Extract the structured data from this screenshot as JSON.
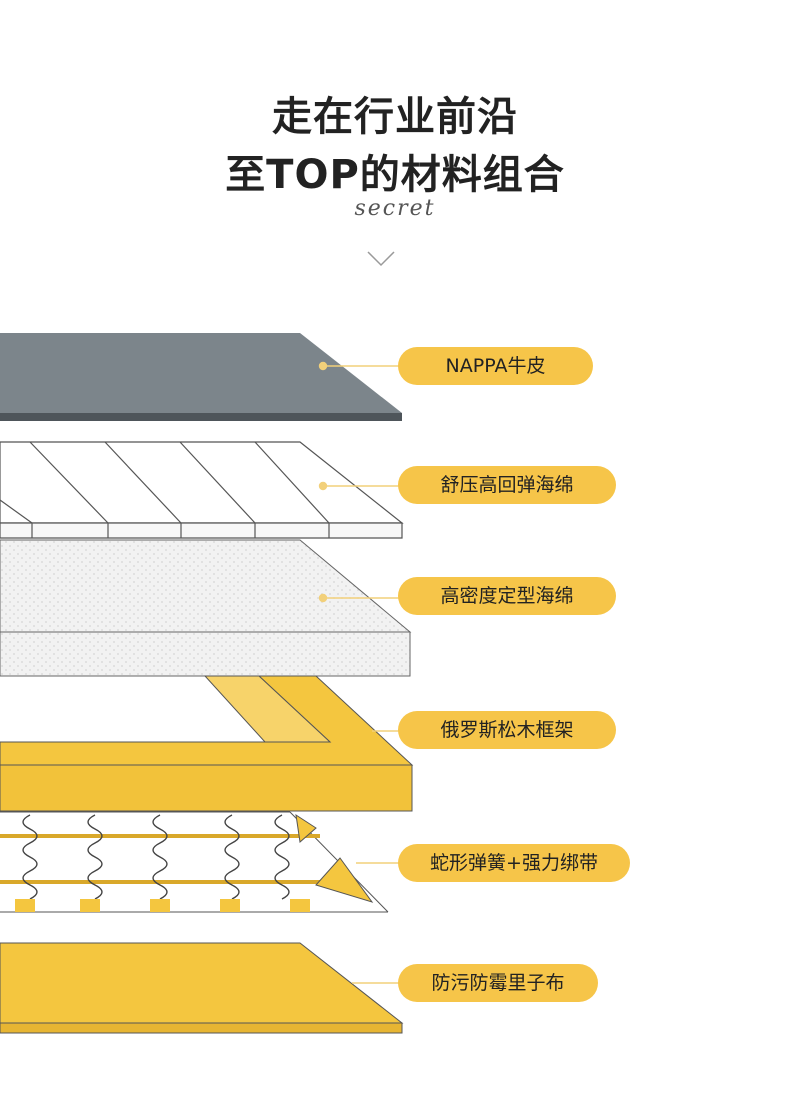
{
  "title": {
    "line1": "走在行业前沿",
    "line2": "至TOP的材料组合",
    "script_word": "secret"
  },
  "layers": [
    {
      "label": "NAPPA牛皮"
    },
    {
      "label": "舒压高回弹海绵"
    },
    {
      "label": "高密度定型海绵"
    },
    {
      "label": "俄罗斯松木框架"
    },
    {
      "label": "蛇形弹簧+强力绑带"
    },
    {
      "label": "防污防霉里子布"
    }
  ],
  "colors": {
    "leather": "#7c858b",
    "accent": "#f6c549",
    "wood": "#f4c63f",
    "text": "#222222"
  }
}
